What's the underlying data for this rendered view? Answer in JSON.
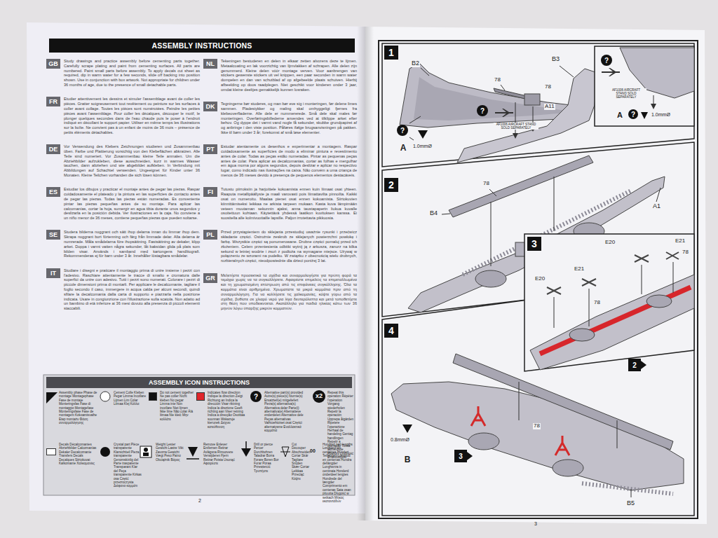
{
  "diagram": {
    "nodes": [
      {
        "text": [
          "ASSEMBLY INSTRUCTIONS"
        ]
      },
      {
        "text": [
          "GB",
          "Study drawings and practice assembly before cementing parts together. Carefully scrape plating and paint from cementing surfaces. All parts are numbered. Paint small parts before assembly. To apply decals cut sheet as required, dip in warm water for a few seconds, slide off backing into position shown. Use in conjunction with box artwork. Not appropriate for children under 36 months of age, due to the presence of small detachable parts."
        ]
      },
      {
        "text": [
          "FR",
          "Etudier attentivement les dessins et simuler l'assemblage avant de coller les pièces. Gratter soigneusement tout revêtement ou peinture sur les surfaces à coller avant collage. Toutes les pièces sont numérotées. Peindre les petites pièces avant l'assemblage. Pour coller les décalques, découper le motif, le plonger quelques secondes dans de l'eau chaude puis le poser à l'endroit indiqué en décollant le support papier. Utiliser en même temps les illustrations sur la boîte. Ne convient pas à un enfant de moins de 36 mois – présence de petits éléments détachables."
        ]
      },
      {
        "text": [
          "DE",
          "Vor Verwendung des Klebers Zeichnungen studieren und Zusammenbau üben. Farbe und Plattierung vorsichtig von den Klebeflächen abkratzen. Alle Teile sind numeriert. Vor Zusammenbau kleine Teile anmalen. Um die Abziehbilder aufzukleben, diese ausschneiden, kurz in warmes Wasser tauchen, dann abziehen und wie abgebildet aufkleben. In Verbindung mit Abbildungen auf Schachtel verwenden. Ungeeignet für Kinder unter 36 Monaten. Kleine Teilchen vorhanden die sich lösen können."
        ]
      },
      {
        "text": [
          "ES",
          "Estudiar los dibujos y practicar el montaje antes de pegar las piezas. Raspar cuidadosamente el plateado y la pintura en las superficies de contacto antes de pegar las piezas. Todas las piezas están numeradas. Es conveniente pintar las piezas pequeñas antes de su montaje. Para aplicar las calcomanías, cortar la hoja, sumergir en agua tibia durante unos segundos y deslizarla en la posición debida. Ver ilustraciones en la caja. No conviene a un niño menor de 36 meses, contiene pequeñas piezas que pueden soltarse."
        ]
      },
      {
        "text": [
          "SE",
          "Studera bilderna noggrant och sätt ihop delarna innan du limmar ihop dem. Skrapa noggrant bort förtenning och färg från limmade delar. Alla delarna är numrerade. Måla smådelarna före ihopsättning. Fastsättning av dekaler, klipp arket. Doppa i varmt vatten några sekunder, låt baksidan glida på plats som bilden visar. Används i samband med kartongens handlitografi. Rekommenderas ej för barn under 3 år. Innehåller löstagbara smådelar."
        ]
      },
      {
        "text": [
          "IT",
          "Studiare i disegni e praticare il montaggio prima di unire insieme i pezzi con l'adesivo. Raschiare attentamente le tracce di smalto e cromatura dalle superfici da unire con adesivo. Tutti i pezzi sono numerati. Colorare i pezzi di piccole dimensioni prima di montarli. Per applicare le decalcomanie, tagliare il foglio secondo il caso, immergere in acqua calda per alcuni secondi, quindi sfilare la decalcomania dalla carta di supporto e piazzarla nella posizione indicata. Usare in congiunzione con l'illustrazione sulla scatola. Non adatto ad un bambino di età inferiore ai 36 mesi dovuto alla presenza di piccoli elementi staccabili."
        ]
      },
      {
        "text": [
          "NL",
          "Tekeningen bestuderen en delen in elkaar zetten alvorens deze te lijmen. Metaalcoating en lak voorzichtig van lijmvlakken af schrapen. Alle delen zijn genummerd. Kleine delen vóór montage verven. Voor aanbrengen van stickers gewenste stickers uit vel knippen, een paar seconden in warm water dompelen en dan van schutblad af op afgebeelde plaats schuiven. Hierbij afbeelding op doos raadplegen. Niet geschikt voor kinderen onder 3 jaar, omdat kleine deeltjes gemakkelijk kunnen losraken."
        ]
      },
      {
        "text": [
          "DK",
          "Tegningerne bør studeres, og man bør eve sig i monteringen, før delene limes sammen. Pladestykker og maling skal omhyggeligt fjernes fra klebeoverfladerne. Alle dele er nummererede. Små dele skal males før monteringen. Overføringsbillederne anvendes ved at tilklippe arket efter behov. Og dyppe det i varmt vand nogle få sekunder, skubbe grundpapiret af og anbringe i den viste position. Påføres ifølge brugsanvisningen på pakken. Ikke til børn under 3 år; forekomst af små løse elementer."
        ]
      },
      {
        "text": [
          "PT",
          "Estudar atentamente os desenhos e experimentar a montagem. Raspar cuidadosamente as superfícies de modo a eliminar pintura e revestimento antes de colar. Todas as peças estão numeradas. Pintar as pequenas peças antes de colar. Para aplicar as decalcomanias, cortar as folhas e mergulhar em água morna por alguns segundos, depois deslizar e aplicar no respectivo lugar, como indicado nas ilustrações na caixa. Não convém a uma criança de menos de 36 meses devido à presença de pequenos elementos destacáveis."
        ]
      },
      {
        "text": [
          "FI",
          "Tutustu piirroksiin ja harjoittele kokoamista ennen kuin liimaat osat yhteen. Raaputa metallipäällyste ja maali varovasti pois liimattavilta pinnoilta. Kaikki osat on numeroitu. Maalaa pienet osat ennen kokoamista. Siirtokuvien kiinnittämiseksi leikkaa ne arkista tarpeen mukaan. Kasta kuva lämpimään veteen muutaman sekunnin ajaksi, anna taustapaperin liukua kuvalle osoitettuun kohtaan. Käytettävä yhdessä laatikon kuvituksen kanssa. Ei suositella alle kolmivuotiaille lapsille. Paljon irrotettavia pikkuosia."
        ]
      },
      {
        "text": [
          "PL",
          "Przed przystąpieniem do sklejania przestudiuj uważnie rysunki i przećwicz składanie części. Ostrożnie zeskrob ze sklejanych powierzchni powłokę i farbę. Wszystkie części są ponumerowane. Drobne części pomaluj przed ich złożeniem. Celem przeniesienia odbitki wytnij ją z arkusza, zanurz na kilka sekund w letniej wodzie i zsuń z podłoża na wymagane miejsce. Używaj w połączeniu ze wzorami na pudełku. W związku z obecnością wielu drobnych, rozbieralnych części, nieodpowiednie dla dzieci poniżej 3 lat."
        ]
      },
      {
        "text": [
          "GR",
          "Μελετήστε προσεκτικά τα σχέδια και συναρμολογήστε για πρώτη φορά τα τεμάχια χωρίς να τα συγκολλήσετε. Αφαιρέστε επιμελώς τα επιμεταλλωμένα και τη χρωματισμένη επίστρωση από τις επιφάνειες συγκόλλησης. Όλα τα κομμάτια είναι αριθμημένα. Χρωματίστε τα μικρά κομμάτια πριν από τη συναρμολόγηση. Για να κολλήσετε τις χαλκομανίες, κόψτε γύρω από τα σχέδια, βυθίστε σε χλιαρό νερό για λίγα δευτερόλεπτα και μετά τοποθετήστε στη θέση που υποδεικνύεται. Ακατάλληλο για παιδιά ηλικίας κάτω των 36 μηνών λόγω ύπαρξης μικρών κομματιών."
        ]
      },
      {
        "text": [
          "ASSEMBLY ICON INSTRUCTIONS"
        ]
      },
      {
        "text": [
          "1"
        ]
      },
      {
        "text": [
          "2"
        ]
      },
      {
        "text": [
          "3"
        ]
      },
      {
        "text": [
          "4"
        ]
      }
    ],
    "labels": [
      "B2",
      "78",
      "B3",
      "78",
      "A11",
      "?",
      "AF1006 AIRCRAFT STAND SOLD SEPARATELY",
      "?",
      "A",
      "1.0mmØ",
      "?",
      "AF1006 AIRCRAFT STAND SOLD SEPARATELY",
      "A",
      "?",
      "1.0mmØ",
      "78",
      "B4",
      "A1",
      "E20",
      "E21",
      "78",
      "E21",
      "E20",
      "78",
      "2",
      "78",
      "0.8mmØ",
      "B",
      "3",
      "B5",
      "2",
      "3",
      "?",
      "x2",
      "00"
    ],
    "legend": [
      {
        "text": "Assembly phase Phase de montage Montagephase Fase de montaje Monteringsfas Fase di montaggio Montagefase Monteringsfase Fase de montagem Kokoamisvaihe Etap montażu Φάση συναρμολόγησης"
      },
      {
        "text": "Cement Colle Kleben Pegar Limma Incollare Lijmen Lim Colar Liimaa Klej Κόλλα"
      },
      {
        "text": "Do not cement together Ne pas coller Nicht kleben No pegar Limma inte Non incollare Niet lijmen Ikke lime Não colar Älä liimaa Nie kleić Μην κολλάτε",
        "color": "#111111"
      },
      {
        "text": "Indicates flow direction Indique la direction Zeigt Richtung an Indica la dirección Visar riktning Indica la direzione Geeft richting aan Viser retning Indica a direcção Osoittaa suunnan Wskazuje kierunek Δείχνει κατεύθυνση",
        "color": "#e0262b"
      },
      {
        "text": "Alternative part(s) provided Autre(s) pièce(s) fournie(s) Ersatzteil(e) mitgeliefert Pieza(s) alternativa(s) Alternativa delar Parte(i) alternativa(e) Alternatieve onderdelen Alternative dele Peças alternativas Vaihtoehtoiset osat Części alternatywne Εναλλακτικά κομμάτια"
      },
      {
        "text": "Repeat this operation Répéter l'opération Vorgang wiederholen Repetir la operación Upprepa åtgärden Ripetere l'operazione Herhaal de handeling Gentag handlingen Repetir a operação Toista toimenpide Powtórz czynność Επαναλάβετε"
      },
      {
        "text": "Decals Décalcomanies Abziehbilder Calcomanías Dekaler Decalcomanie Transfers Decals Decalques Siirtokuvat Kalkomanie Χαλκομανίες",
        "color": "#ffffff"
      },
      {
        "text": "Crystal part Pièce transparente Klarsichtteil Pieza transparente Genomskinlig del Parte trasparente Transparant Klar del Peça transparente Kirkas osa Część przezroczysta Διάφανο κομμάτι"
      },
      {
        "text": "Weight Lester Gewicht Lastre Vikt Zavorra Gewicht Vægt Peso Paino Obciążnik Βάρος"
      },
      {
        "text": "Remove Enlever Entfernen Retirar Avlägsna Rimuovere Verwijderen Fjern Retirar Poista Usunąć Αφαιρέστε"
      },
      {
        "text": "Drill or pierce Percer Durchbohren Taladrar Borra Forare Boren Bor Furar Poraa Przewiercić Τρυπήστε"
      },
      {
        "text": "Cut Découper Abschneiden Cortar Skär Tagliare Snijden Skær Cortar Leikkaa Przeciąć Κόψτε"
      },
      {
        "text": "Hundred part lengths Longueur en centaines Hundert Teillängen Longitud en centenas Hundra dellängder Lunghezza in centinaia Honderd onderdeel lengtes Hundrede del længder Comprimento em centenas Sata osan pituutta Długość w setkach Μήκος εκατοντάδων"
      }
    ]
  }
}
